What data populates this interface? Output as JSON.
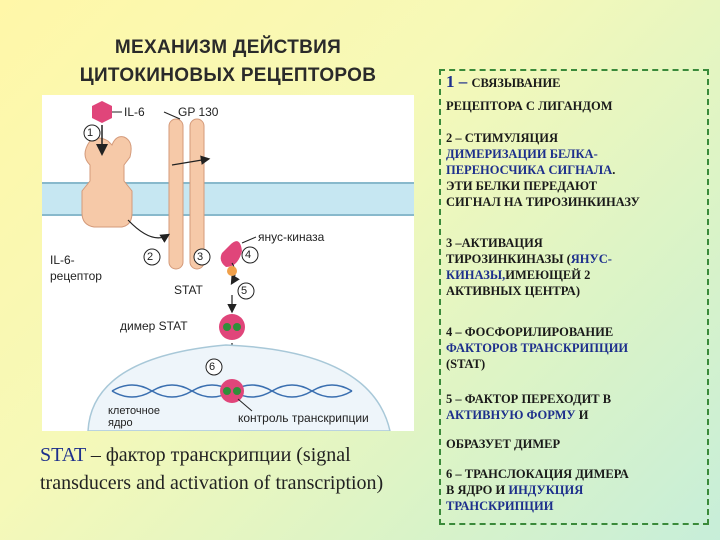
{
  "title": {
    "line1": "МЕХАНИЗМ ДЕЙСТВИЯ",
    "line2": "ЦИТОКИНОВЫХ РЕЦЕПТОРОВ"
  },
  "figure": {
    "il6": "IL-6",
    "gp130": "GP 130",
    "janus": "янус-киназа",
    "receptor1": "IL-6-",
    "receptor2": "рецептор",
    "stat": "STAT",
    "dimer": "димер STAT",
    "nucleus1": "клеточное",
    "nucleus2": "ядро",
    "control": "контроль транскрипции",
    "steps": [
      "1",
      "2",
      "3",
      "4",
      "5",
      "6"
    ]
  },
  "stat_def": {
    "term": "STAT",
    "dash": " – ",
    "text": "фактор транскрипции (signal transducers and activation of transcription)"
  },
  "steps": {
    "s1_num": "1",
    "s1_dash": " – ",
    "s1_a": "СВЯЗЫВАНИЕ",
    "s1_b": "РЕЦЕПТОРА С ЛИГАНДОМ",
    "s2_a": "2 – СТИМУЛЯЦИЯ",
    "s2_b": "ДИМЕРИЗАЦИИ БЕЛКА-",
    "s2_c": "ПЕРЕНОСЧИКА СИГНАЛА",
    "s2_d": ".",
    "s2_e": "ЭТИ БЕЛКИ ПЕРЕДАЮТ",
    "s2_f": "СИГНАЛ НА ТИРОЗИНКИНАЗУ",
    "s3_a": "3 –АКТИВАЦИЯ",
    "s3_b": "ТИРОЗИНКИНАЗЫ (",
    "s3_c": "ЯНУС-",
    "s3_d": "КИНАЗЫ,",
    "s3_e": "ИМЕЮЩЕЙ 2",
    "s3_f": "АКТИВНЫХ ЦЕНТРА)",
    "s4_a": "4 – ФОСФОРИЛИРОВАНИЕ",
    "s4_b": "ФАКТОРОВ ТРАНСКРИПЦИИ",
    "s4_c": "(STAT)",
    "s5_a": "5 – ФАКТОР ПЕРЕХОДИТ В",
    "s5_b": "АКТИВНУЮ ФОРМУ",
    "s5_c": " И",
    "s5_d": "ОБРАЗУЕТ ДИМЕР",
    "s6_a": "6 – ТРАНСЛОКАЦИЯ ДИМЕРА",
    "s6_b": "В ЯДРО И ",
    "s6_c": "ИНДУКЦИЯ",
    "s6_d": "ТРАНСКРИПЦИИ"
  }
}
